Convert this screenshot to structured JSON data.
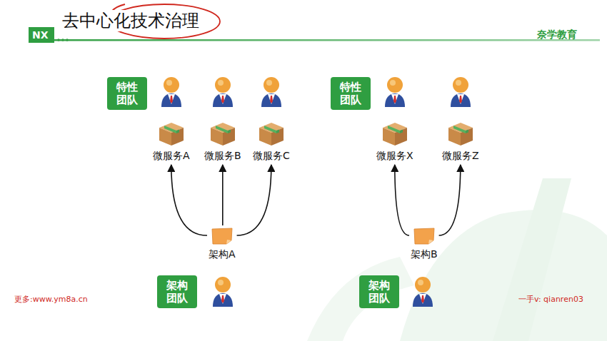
{
  "diagram": {
    "title": "去中心化技术治理",
    "nodes": [
      {
        "text": [
          "特性 团队"
        ]
      },
      {
        "text": [
          "特性 团队"
        ]
      },
      {
        "text": [
          "微服务A"
        ]
      },
      {
        "text": [
          "微服务B"
        ]
      },
      {
        "text": [
          "微服务C"
        ]
      },
      {
        "text": [
          "微服务X"
        ]
      },
      {
        "text": [
          "微服务Z"
        ]
      },
      {
        "text": [
          "架构A"
        ]
      },
      {
        "text": [
          "架构B"
        ]
      },
      {
        "text": [
          "架构 团队"
        ]
      },
      {
        "text": [
          "架构 团队"
        ]
      }
    ],
    "edges": [
      {
        "from": 7,
        "to": 2,
        "arrow": "to"
      },
      {
        "from": 7,
        "to": 3,
        "arrow": "to"
      },
      {
        "from": 7,
        "to": 4,
        "arrow": "to"
      },
      {
        "from": 8,
        "to": 5,
        "arrow": "to"
      },
      {
        "from": 8,
        "to": 6,
        "arrow": "to"
      }
    ],
    "labels": [
      "NX",
      "奈学教育",
      "更多:www.ym8a.cn",
      "一手v: qianren03"
    ]
  }
}
